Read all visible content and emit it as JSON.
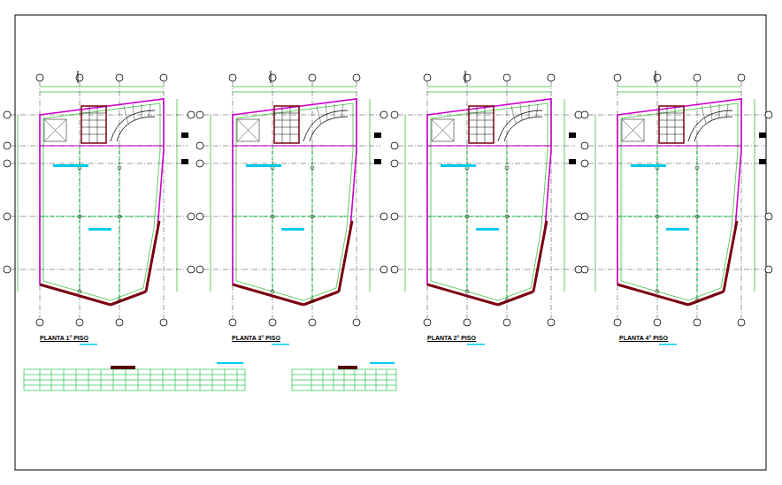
{
  "diagram": {
    "labels": [
      "PLANTA 1° PISO",
      "PLANTA 3° PISO",
      "PLANTA 2° PISO",
      "PLANTA 4° PISO"
    ]
  }
}
